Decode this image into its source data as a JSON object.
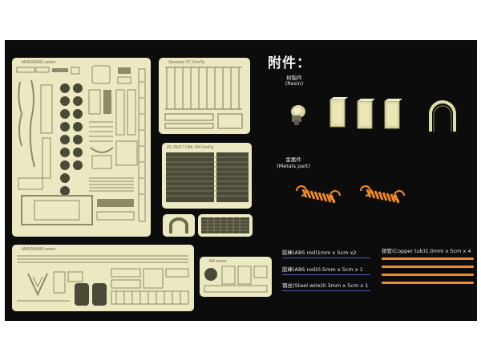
{
  "frets": {
    "main_a": "M4A2/M4A3 series",
    "firefly": "Sherman VC FireFly",
    "barrel": "ZS 35017 DML M4 FireFly",
    "lower_b": "M4A2/M4A3 series",
    "m4": "M4 series"
  },
  "accessories": {
    "title": "附件：",
    "resin_cn": "树脂件",
    "resin_en": "(Resin)",
    "metal_cn": "金属件",
    "metal_en": "(Metals part)"
  },
  "materials": {
    "rod1": "胶棒(ABS rod)1mm x 5cm x2",
    "rod2": "胶棒(ABS rod)0.5mm x 5cm x 1",
    "wire": "钢丝(Steel wire)0.3mm x 5cm x 1",
    "tube": "铜管(Copper tub)1.0mm x 5cm x 4"
  },
  "colors": {
    "background": "#0c0c0c",
    "brass": "#ece8c2",
    "resin": "#e4dfaa",
    "spring": "#ee8a2a",
    "rod_line": "#4d5fb0",
    "tube": "#ec8b2b"
  }
}
